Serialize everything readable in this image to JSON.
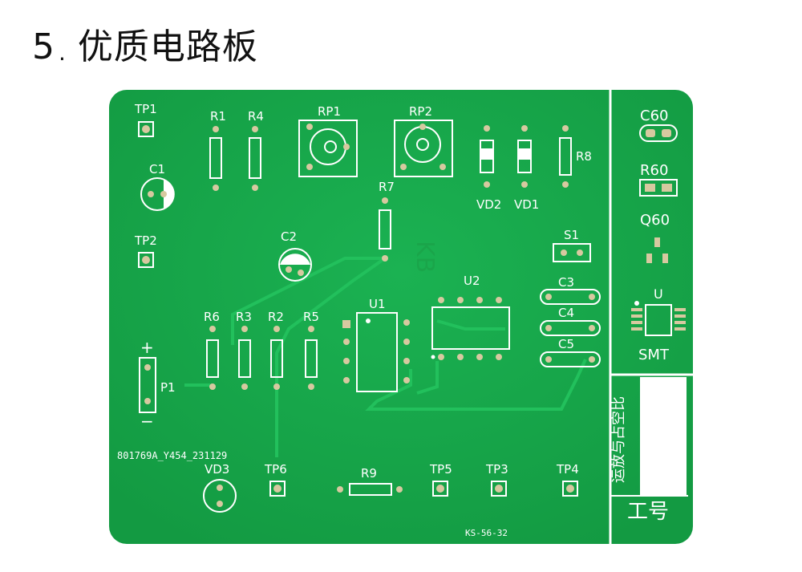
{
  "heading": {
    "number": "5",
    "separator": ".",
    "title": "优质电路板"
  },
  "board": {
    "colors": {
      "solder_mask": "#16a84a",
      "trace": "#1fb756",
      "silkscreen": "#ffffff",
      "pad": "#d7c9a0"
    },
    "labels": {
      "tp1": "TP1",
      "tp2": "TP2",
      "tp3": "TP3",
      "tp4": "TP4",
      "tp5": "TP5",
      "tp6": "TP6",
      "r1": "R1",
      "r2": "R2",
      "r3": "R3",
      "r4": "R4",
      "r5": "R5",
      "r6": "R6",
      "r7": "R7",
      "r8": "R8",
      "r9": "R9",
      "rp1": "RP1",
      "rp2": "RP2",
      "c1": "C1",
      "c2": "C2",
      "c3": "C3",
      "c4": "C4",
      "c5": "C5",
      "vd1": "VD1",
      "vd2": "VD2",
      "vd3": "VD3",
      "u1": "U1",
      "u2": "U2",
      "s1": "S1",
      "p1": "P1",
      "plus": "+",
      "minus": "−",
      "c60": "C60",
      "r60": "R60",
      "q60": "Q60",
      "u_smt": "U",
      "smt": "SMT",
      "board_code": "801769A_Y454_231129",
      "part_code": "KS-56-32",
      "vertical_text": "运放与占空比",
      "work_no": "工号"
    }
  }
}
